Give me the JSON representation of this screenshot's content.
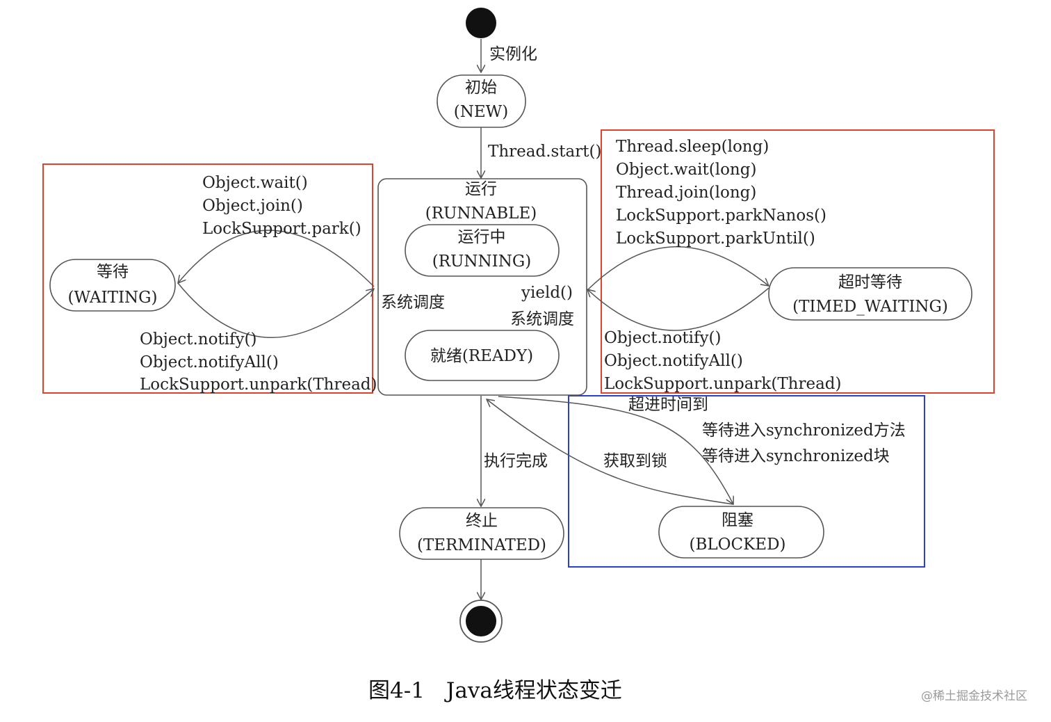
{
  "caption": "图4-1　Java线程状态变迁",
  "watermark": "@稀土掘金技术社区",
  "colors": {
    "red_box": "#e0412c",
    "blue_box": "#2a3fd4",
    "line": "#555555"
  },
  "states": {
    "new": {
      "cn": "初始",
      "en": "(NEW)"
    },
    "runnable": {
      "cn": "运行",
      "en": "(RUNNABLE)"
    },
    "running": {
      "cn": "运行中",
      "en": "(RUNNING)"
    },
    "ready": {
      "label": "就绪(READY)"
    },
    "waiting": {
      "cn": "等待",
      "en": "(WAITING)"
    },
    "timed_waiting": {
      "cn": "超时等待",
      "en": "(TIMED_WAITING)"
    },
    "blocked": {
      "cn": "阻塞",
      "en": "(BLOCKED)"
    },
    "terminated": {
      "cn": "终止",
      "en": "(TERMINATED)"
    }
  },
  "transitions": {
    "instantiate": "实例化",
    "start": "Thread.start()",
    "sched_left": "系统调度",
    "yield": "yield()",
    "sched_right": "系统调度",
    "finish": "执行完成",
    "acquire_lock": "获取到锁",
    "timeout": "超进时间到",
    "wait_to_waiting": [
      "Object.wait()",
      "Object.join()",
      "LockSupport.park()"
    ],
    "waiting_to_run": [
      "Object.notify()",
      "Object.notifyAll()",
      "LockSupport.unpark(Thread)"
    ],
    "to_timed_waiting": [
      "Thread.sleep(long)",
      "Object.wait(long)",
      "Thread.join(long)",
      "LockSupport.parkNanos()",
      "LockSupport.parkUntil()"
    ],
    "timed_to_run": [
      "Object.notify()",
      "Object.notifyAll()",
      "LockSupport.unpark(Thread)"
    ],
    "to_blocked": [
      "等待进入synchronized方法",
      "等待进入synchronized块"
    ]
  }
}
